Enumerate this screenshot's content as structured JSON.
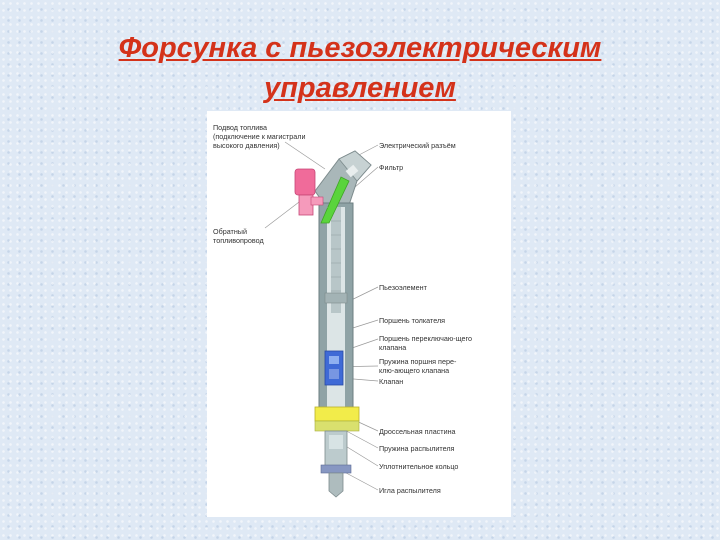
{
  "title": {
    "line1": "Форсунка с пьезоэлектрическим",
    "line2": "управлением"
  },
  "colors": {
    "title": "#d4321a",
    "inlet": "#f06b9a",
    "filter": "#5ad43c",
    "body": "#8fa3a6",
    "valve": "#3f6ad6",
    "plate": "#f2ec4a"
  },
  "labels": {
    "fuel_inlet": [
      "Подвод топлива",
      "(подключение к магистрали",
      "высокого давления)"
    ],
    "return_line": [
      "Обратный",
      "топливопровод"
    ],
    "connector": "Электрический разъём",
    "filter": "Фильтр",
    "piezo": "Пьезоэлемент",
    "pusher_piston": "Поршень толкателя",
    "switch_valve_piston": [
      "Поршень переключаю-щего",
      "клапана"
    ],
    "switch_valve_spring": [
      "Пружина поршня пере-",
      "клю-ающего клапана"
    ],
    "valve": "Клапан",
    "throttle_plate": "Дроссельная пластина",
    "nozzle_spring": "Пружина распылителя",
    "seal_ring": "Уплотнительное кольцо",
    "nozzle_needle": "Игла распылителя"
  }
}
